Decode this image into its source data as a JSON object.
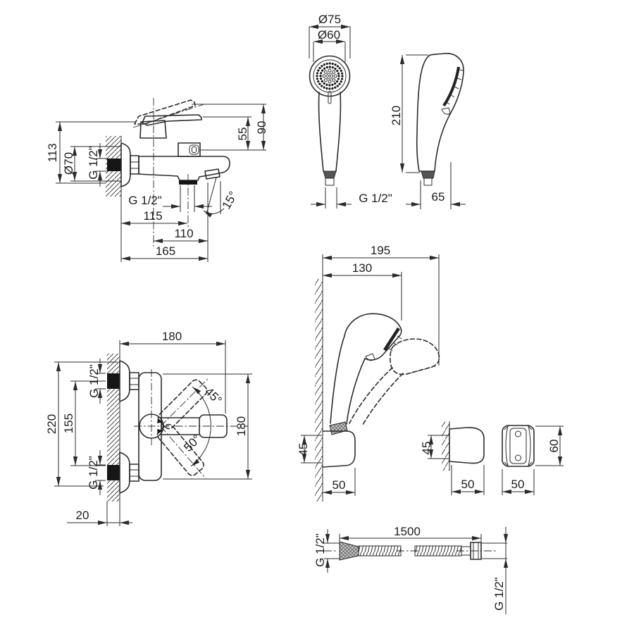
{
  "drawing": {
    "kind": "technical dimension drawing, bath mixer with shower set",
    "colors": {
      "line": "#2b2b2b",
      "text": "#1c1c1c",
      "background": "#ffffff",
      "solid_fill": "#161616"
    },
    "mixer_side": {
      "d113": "113",
      "d70": "Ø70",
      "g12_wall": "G 1/2\"",
      "d55": "55",
      "d90": "90",
      "a15": "15°",
      "g12_spout": "G 1/2\"",
      "d115": "115",
      "d110": "110",
      "d165": "165"
    },
    "handset_front": {
      "d75": "Ø75",
      "d60": "Ø60",
      "g12": "G 1/2\""
    },
    "handset_side": {
      "d210": "210",
      "d65": "65"
    },
    "mixer_top": {
      "d180_top": "180",
      "d220": "220",
      "d155": "155",
      "g12_top": "G 1/2\"",
      "g12_bottom": "G 1/2\"",
      "a45": "45°",
      "a50": "50°",
      "d180_right": "180",
      "d20": "20"
    },
    "holder_main": {
      "d195": "195",
      "d130": "130",
      "d45": "45",
      "d50": "50"
    },
    "holder_side": {
      "d45": "45",
      "d50": "50"
    },
    "holder_front": {
      "d60": "60",
      "d50": "50"
    },
    "hose": {
      "d1500": "1500",
      "g12_left": "G 1/2\"",
      "g12_right": "G 1/2\""
    }
  }
}
